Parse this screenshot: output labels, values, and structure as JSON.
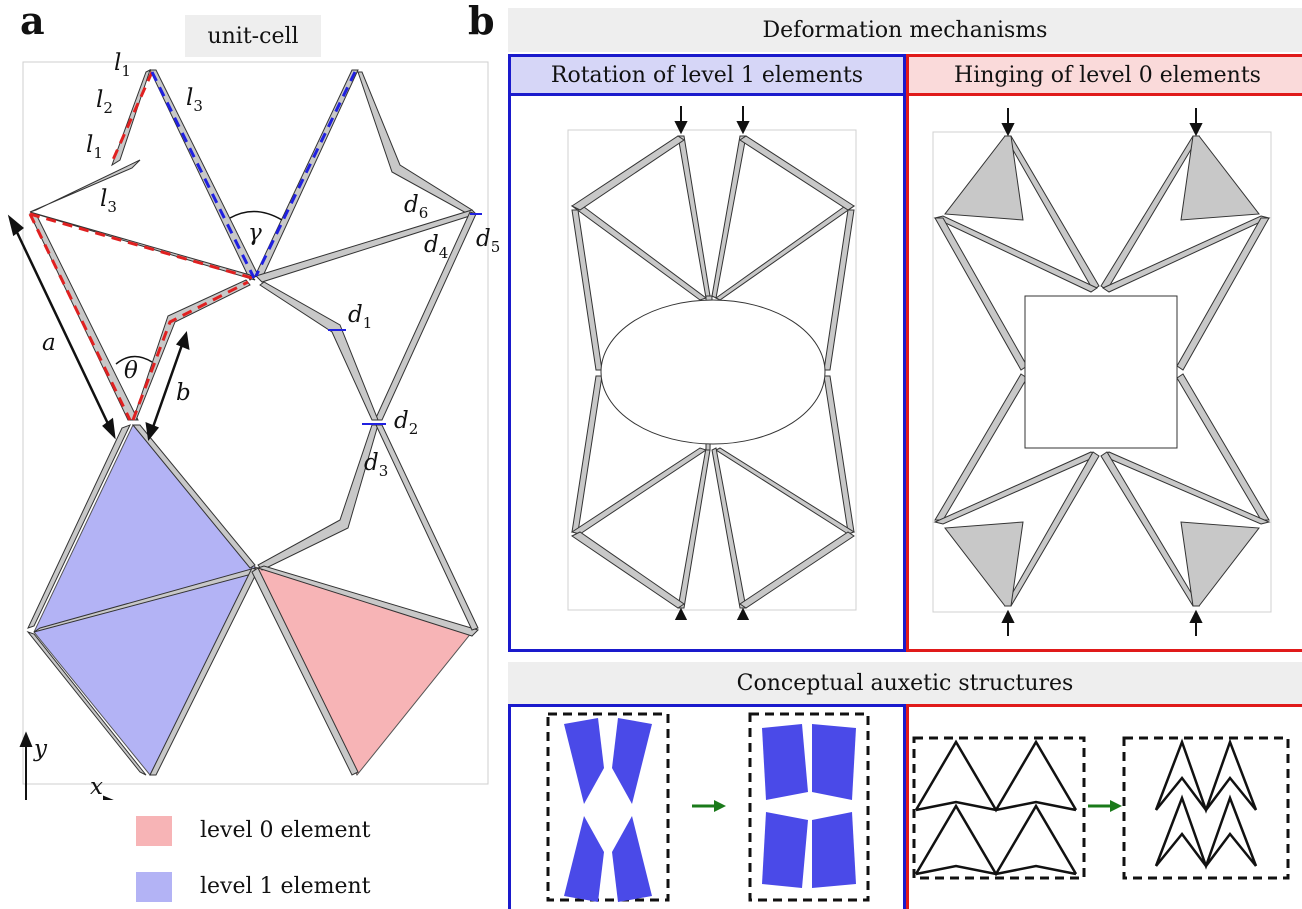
{
  "panel_a": {
    "letter": "a",
    "unit_cell_label": "unit-cell",
    "labels": {
      "l1_top": "l",
      "l1_top_sub": "1",
      "l2": "l",
      "l2_sub": "2",
      "l3_top": "l",
      "l3_top_sub": "3",
      "l1_mid": "l",
      "l1_mid_sub": "1",
      "l3_low": "l",
      "l3_low_sub": "3",
      "a": "a",
      "b": "b",
      "theta": "θ",
      "gamma": "γ",
      "d1": "d",
      "d1_sub": "1",
      "d2": "d",
      "d2_sub": "2",
      "d3": "d",
      "d3_sub": "3",
      "d4": "d",
      "d4_sub": "4",
      "d5": "d",
      "d5_sub": "5",
      "d6": "d",
      "d6_sub": "6",
      "x": "x",
      "y": "y"
    },
    "legend": [
      {
        "label": "level 0 element",
        "color": "#f7b4b6"
      },
      {
        "label": "level 1 element",
        "color": "#b3b3f5"
      }
    ]
  },
  "panel_b": {
    "letter": "b",
    "header": "Deformation mechanisms",
    "left_title": "Rotation of level 1 elements",
    "right_title": "Hinging of level 0 elements",
    "conceptual_header": "Conceptual auxetic structures"
  },
  "colors": {
    "blue_frame": "#1a1acc",
    "red_frame": "#e01a1a",
    "blue_fill_title": "#d6d6f7",
    "red_fill_title": "#fadada",
    "element_gray": "#c8c8c8",
    "dashed_red": "#e02020",
    "dashed_blue": "#2020e0",
    "concept_blue": "#4a4ae8",
    "arrow_green": "#1a7a1a"
  }
}
